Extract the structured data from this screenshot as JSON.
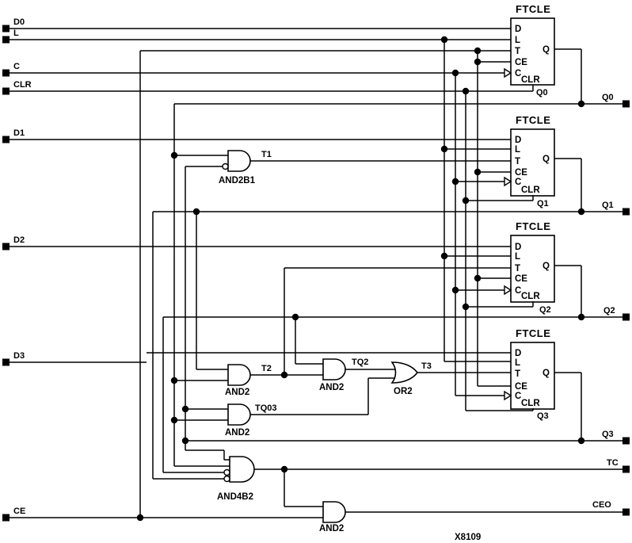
{
  "figure_label": "X8109",
  "inputs": {
    "d0": "D0",
    "l": "L",
    "c": "C",
    "clr": "CLR",
    "d1": "D1",
    "d2": "D2",
    "d3": "D3",
    "ce": "CE"
  },
  "outputs": {
    "q0": "Q0",
    "q1": "Q1",
    "q2": "Q2",
    "q3": "Q3",
    "tc": "TC",
    "ceo": "CEO"
  },
  "flipflops": {
    "title": "FTCLE",
    "ports": {
      "d": "D",
      "l": "L",
      "t": "T",
      "ce": "CE",
      "c": "C",
      "clr": "CLR",
      "q": "Q"
    },
    "instance_labels": {
      "ff0": "Q0",
      "ff1": "Q1",
      "ff2": "Q2",
      "ff3": "Q3"
    }
  },
  "gates": {
    "and2b1": "AND2B1",
    "and2": "AND2",
    "or2": "OR2",
    "and4b2": "AND4B2"
  },
  "nets": {
    "t1": "T1",
    "t2": "T2",
    "tq2": "TQ2",
    "tq03": "TQ03",
    "t3": "T3"
  },
  "colors": {
    "ink": "#000000",
    "background": "#ffffff"
  }
}
